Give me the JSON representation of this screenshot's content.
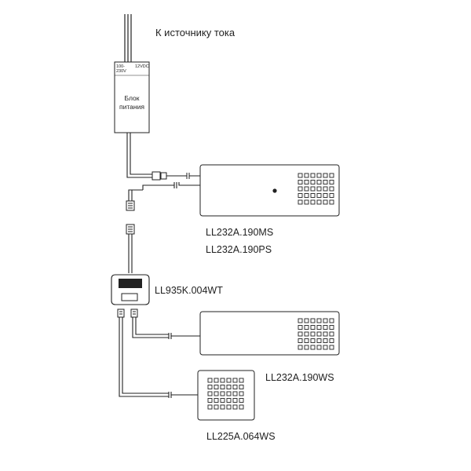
{
  "labels": {
    "source": "К источнику тока",
    "psu_input": "100-\n230V",
    "psu_output": "12VDC",
    "psu_name_line1": "Блок",
    "psu_name_line2": "питания",
    "lamp1_model_a": "LL232A.190MS",
    "lamp1_model_b": "LL232A.190PS",
    "splitter_model": "LL935K.004WT",
    "lamp2_model": "LL232A.190WS",
    "lamp3_model": "LL225A.064WS"
  },
  "colors": {
    "line": "#222222",
    "background": "#ffffff"
  }
}
